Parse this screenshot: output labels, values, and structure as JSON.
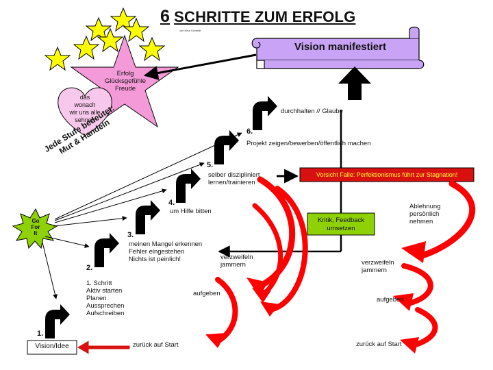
{
  "title": {
    "number": "6",
    "text": "SCHRITTE ZUM ERFOLG",
    "byline": "von Nina Schmidt"
  },
  "vision_banner": "Vision manifestiert",
  "star_text": [
    "Erfolg",
    "Glücksgefühle",
    "Freude"
  ],
  "heart_text": [
    "das",
    "wonach",
    "wir uns alle",
    "sehnen"
  ],
  "diagonal_text": [
    "Jede Stufe bedeutet:",
    "Mut & Handeln"
  ],
  "go_for_it": [
    "Go",
    "For",
    "It"
  ],
  "steps": [
    {
      "number": "1.",
      "label": "Vision/Idee",
      "lines": [
        "1. Schritt",
        "Aktiv starten",
        "Planen",
        "Aussprechen",
        "Aufschreiben"
      ]
    },
    {
      "number": "2.",
      "lines": []
    },
    {
      "number": "3.",
      "lines": [
        "meinen Mangel erkennen",
        "Fehler eingestehen",
        "Nichts ist peinlich!"
      ]
    },
    {
      "number": "4.",
      "lines": [
        "um Hilfe bitten"
      ]
    },
    {
      "number": "5.",
      "lines": [
        "selber diszipliniert",
        "lernen/trainieren"
      ]
    },
    {
      "number": "6.",
      "lines": [
        "Projekt zeigen/bewerben/öffentlich machen"
      ]
    }
  ],
  "top_step": "durchhalten // Glaube",
  "warning_box": "Vorsicht Falle: Perfektionismus führt zur Stagnation!",
  "feedback_box": [
    "Kritik, Feedback",
    "umsetzen"
  ],
  "left_side": {
    "despair": [
      "verzweifeln",
      "jammern"
    ],
    "give_up": "aufgeben",
    "restart": "zurück auf Start"
  },
  "right_side": {
    "rejection": [
      "Ablehnung",
      "persönlich",
      "nehmen"
    ],
    "despair": [
      "verzweifeln",
      "jammern"
    ],
    "give_up": "aufgeben",
    "restart": "zurück auf Start"
  },
  "colors": {
    "star_yellow": "#ffff00",
    "big_star_pink": "#f49ad9",
    "heart_pink": "#f8c8ec",
    "banner_purple": "#c9a3f5",
    "warning_red": "#d81010",
    "feedback_green": "#8ed104",
    "arrow_red": "#ff0000"
  }
}
